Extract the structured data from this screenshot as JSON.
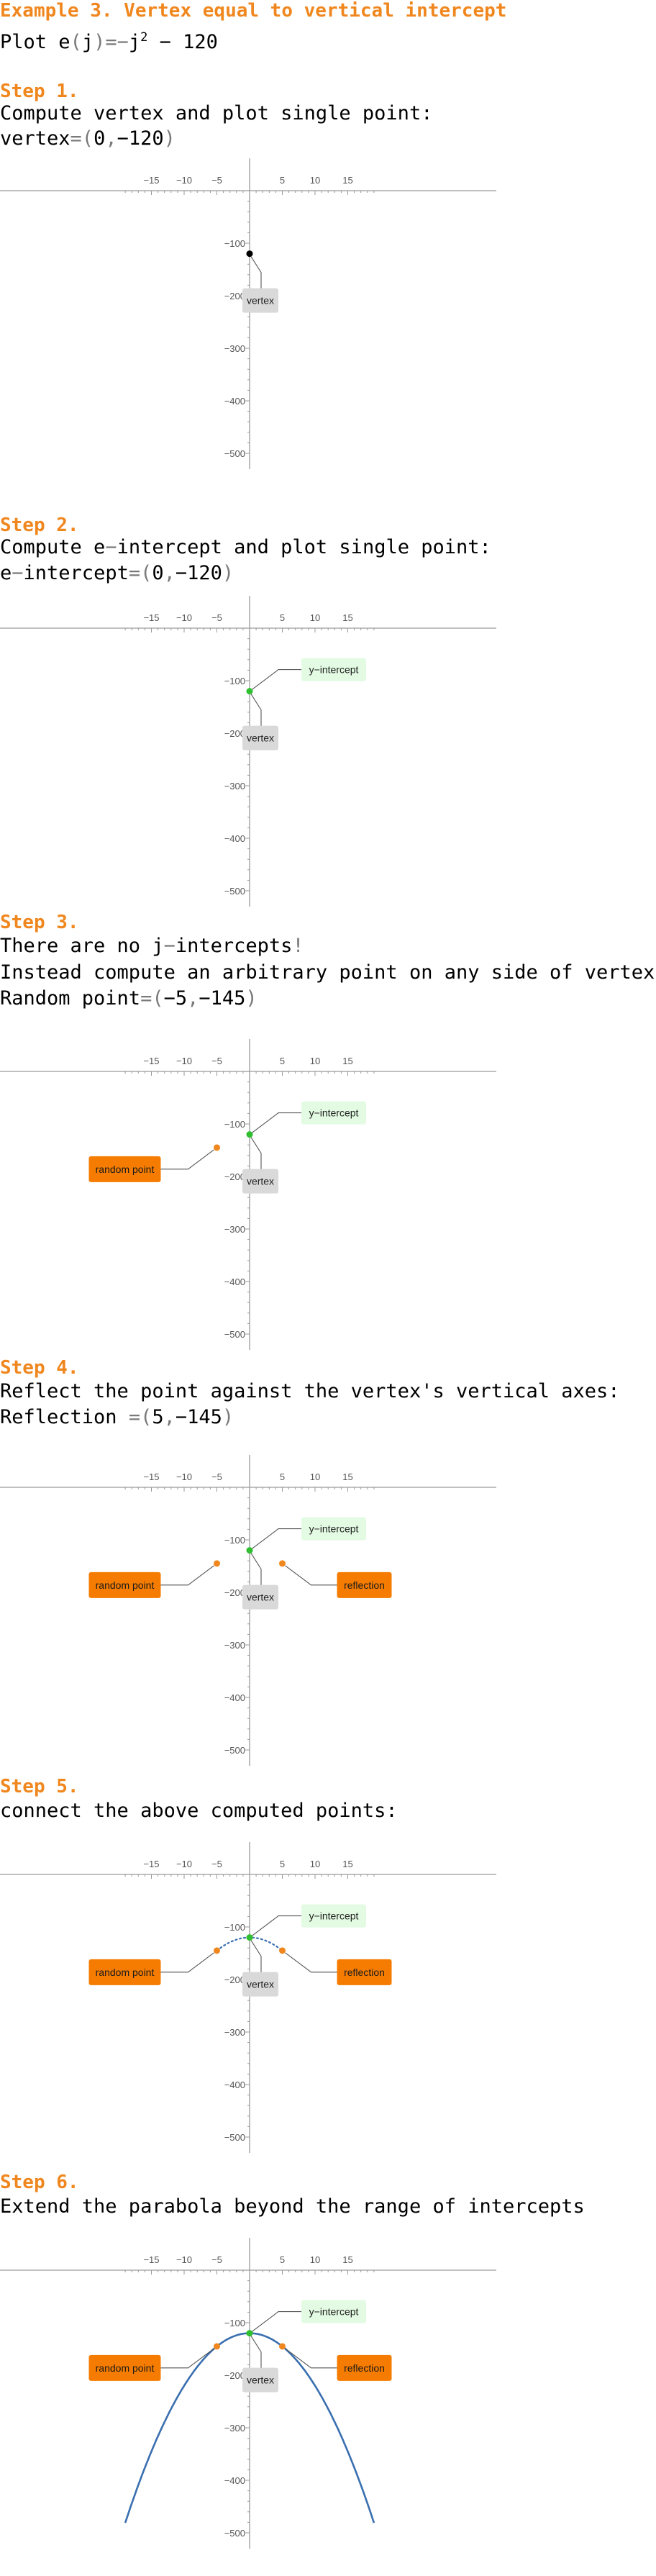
{
  "title": "Example 3. Vertex equal to vertical intercept",
  "plot_line": {
    "prefix": "Plot ",
    "func": "e",
    "lp": "(",
    "var": "j",
    "rp": ")",
    "eq": "=",
    "minus": "−",
    "var2": "j",
    "exp": "2",
    "rest": " − 120"
  },
  "colors": {
    "accent": "#f0871e",
    "green": "#2fbf2f",
    "vertex": "#000000",
    "curve": "#3a6fb0",
    "label_bg_gray": "#d9d9d9",
    "label_bg_green": "#e3fbe3",
    "label_bg_orange": "#f57c00"
  },
  "labels": {
    "vertex": "vertex",
    "y_intercept": "y−intercept",
    "random_point": "random point",
    "reflection": "reflection"
  },
  "axis": {
    "x_ticks": [
      "−15",
      "−10",
      "−5",
      "5",
      "10",
      "15"
    ],
    "y_ticks": [
      "−100",
      "−200",
      "−300",
      "−400",
      "−500"
    ]
  },
  "steps": [
    {
      "head": "Step 1.",
      "lines": [
        [
          {
            "t": "Compute vertex and plot single point:"
          }
        ],
        [
          {
            "t": "vertex"
          },
          {
            "t": "=(",
            "g": 1
          },
          {
            "t": "0"
          },
          {
            "t": ",",
            "g": 1
          },
          {
            "t": "−120"
          },
          {
            "t": ")",
            "g": 1
          }
        ]
      ]
    },
    {
      "head": "Step 2.",
      "lines": [
        [
          {
            "t": "Compute e"
          },
          {
            "t": "−",
            "g": 1
          },
          {
            "t": "intercept and plot single point:"
          }
        ],
        [
          {
            "t": "e"
          },
          {
            "t": "−",
            "g": 1
          },
          {
            "t": "intercept"
          },
          {
            "t": "=(",
            "g": 1
          },
          {
            "t": "0"
          },
          {
            "t": ",",
            "g": 1
          },
          {
            "t": "−120"
          },
          {
            "t": ")",
            "g": 1
          }
        ]
      ]
    },
    {
      "head": "Step 3.",
      "lines": [
        [
          {
            "t": "There are no j"
          },
          {
            "t": "−",
            "g": 1
          },
          {
            "t": "intercepts"
          },
          {
            "t": "!",
            "g": 1
          }
        ],
        [
          {
            "t": "Instead compute an arbitrary point on any side of vertex:"
          }
        ],
        [
          {
            "t": "Random point"
          },
          {
            "t": "=(",
            "g": 1
          },
          {
            "t": "−5"
          },
          {
            "t": ",",
            "g": 1
          },
          {
            "t": "−145"
          },
          {
            "t": ")",
            "g": 1
          }
        ]
      ]
    },
    {
      "head": "Step 4.",
      "lines": [
        [
          {
            "t": "Reflect the point against the vertex's vertical axes:"
          }
        ],
        [
          {
            "t": "Reflection "
          },
          {
            "t": "=(",
            "g": 1
          },
          {
            "t": "5"
          },
          {
            "t": ",",
            "g": 1
          },
          {
            "t": "−145"
          },
          {
            "t": ")",
            "g": 1
          }
        ]
      ]
    },
    {
      "head": "Step 5.",
      "lines": [
        [
          {
            "t": "connect the above computed points:"
          }
        ]
      ]
    },
    {
      "head": "Step 6.",
      "lines": [
        [
          {
            "t": "Extend the parabola beyond the range of intercepts"
          }
        ]
      ]
    }
  ],
  "chart_data": [
    {
      "type": "scatter",
      "title": "",
      "xlabel": "",
      "ylabel": "",
      "xlim": [
        -19,
        19
      ],
      "ylim": [
        -510,
        20
      ],
      "points": [
        {
          "label": "vertex",
          "x": 0,
          "y": -120
        }
      ]
    },
    {
      "type": "scatter",
      "title": "",
      "xlabel": "",
      "ylabel": "",
      "xlim": [
        -19,
        19
      ],
      "ylim": [
        -510,
        20
      ],
      "points": [
        {
          "label": "vertex",
          "x": 0,
          "y": -120
        },
        {
          "label": "y−intercept",
          "x": 0,
          "y": -120
        }
      ]
    },
    {
      "type": "scatter",
      "title": "",
      "xlabel": "",
      "ylabel": "",
      "xlim": [
        -19,
        19
      ],
      "ylim": [
        -510,
        20
      ],
      "points": [
        {
          "label": "vertex",
          "x": 0,
          "y": -120
        },
        {
          "label": "y−intercept",
          "x": 0,
          "y": -120
        },
        {
          "label": "random point",
          "x": -5,
          "y": -145
        }
      ]
    },
    {
      "type": "scatter",
      "title": "",
      "xlabel": "",
      "ylabel": "",
      "xlim": [
        -19,
        19
      ],
      "ylim": [
        -510,
        20
      ],
      "points": [
        {
          "label": "vertex",
          "x": 0,
          "y": -120
        },
        {
          "label": "y−intercept",
          "x": 0,
          "y": -120
        },
        {
          "label": "random point",
          "x": -5,
          "y": -145
        },
        {
          "label": "reflection",
          "x": 5,
          "y": -145
        }
      ]
    },
    {
      "type": "line",
      "title": "",
      "xlabel": "",
      "ylabel": "",
      "xlim": [
        -19,
        19
      ],
      "ylim": [
        -510,
        20
      ],
      "style": "dotted",
      "x": [
        -5,
        0,
        5
      ],
      "y": [
        -145,
        -120,
        -145
      ],
      "points": [
        {
          "label": "vertex",
          "x": 0,
          "y": -120
        },
        {
          "label": "y−intercept",
          "x": 0,
          "y": -120
        },
        {
          "label": "random point",
          "x": -5,
          "y": -145
        },
        {
          "label": "reflection",
          "x": 5,
          "y": -145
        }
      ]
    },
    {
      "type": "line",
      "title": "",
      "xlabel": "",
      "ylabel": "",
      "xlim": [
        -19,
        19
      ],
      "ylim": [
        -510,
        20
      ],
      "style": "solid",
      "function": "y = -x^2 - 120",
      "x_range": [
        -19,
        19
      ],
      "points": [
        {
          "label": "vertex",
          "x": 0,
          "y": -120
        },
        {
          "label": "y−intercept",
          "x": 0,
          "y": -120
        },
        {
          "label": "random point",
          "x": -5,
          "y": -145
        },
        {
          "label": "reflection",
          "x": 5,
          "y": -145
        }
      ]
    }
  ]
}
